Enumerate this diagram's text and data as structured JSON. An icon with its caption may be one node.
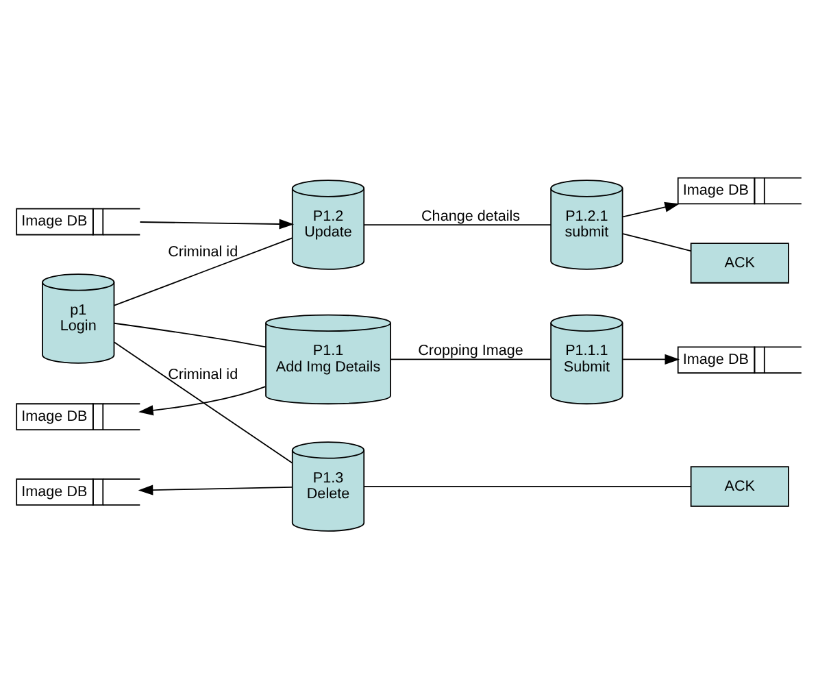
{
  "diagram": {
    "nodes": [
      {
        "text": [
          "Image DB"
        ]
      },
      {
        "text": [
          "Image DB"
        ]
      },
      {
        "text": [
          "P1.1",
          "Add Img Details"
        ]
      },
      {
        "text": [
          "P1.1.1",
          "Submit"
        ]
      },
      {
        "text": [
          "Image DB"
        ]
      },
      {
        "text": [
          "Image DB"
        ]
      },
      {
        "text": [
          "p1",
          "Login"
        ]
      },
      {
        "text": [
          "P1.2",
          "Update"
        ]
      },
      {
        "text": [
          "P1.2.1",
          "submit"
        ]
      },
      {
        "text": [
          "ACK"
        ]
      },
      {
        "text": [
          "Image DB"
        ]
      },
      {
        "text": [
          "P1.3",
          "Delete"
        ]
      },
      {
        "text": [
          "ACK"
        ]
      }
    ],
    "edges": [
      {
        "from": 2,
        "to": 0,
        "arrow": "to"
      },
      {
        "from": 3,
        "to": 1,
        "arrow": "to"
      },
      {
        "from": 2,
        "to": 3,
        "arrow": "none",
        "label": "Cropping Image"
      },
      {
        "from": 4,
        "to": 7,
        "arrow": "to"
      },
      {
        "from": 8,
        "to": 5,
        "arrow": "to"
      },
      {
        "from": 6,
        "to": 2,
        "arrow": "none"
      },
      {
        "from": 6,
        "to": 7,
        "arrow": "none",
        "label": "Criminal id"
      },
      {
        "from": 7,
        "to": 8,
        "arrow": "none",
        "label": "Change details"
      },
      {
        "from": 8,
        "to": 9,
        "arrow": "none"
      },
      {
        "from": 6,
        "to": 11,
        "arrow": "none",
        "label": "Criminal id"
      },
      {
        "from": 11,
        "to": 10,
        "arrow": "to"
      },
      {
        "from": 11,
        "to": 12,
        "arrow": "none"
      }
    ]
  }
}
